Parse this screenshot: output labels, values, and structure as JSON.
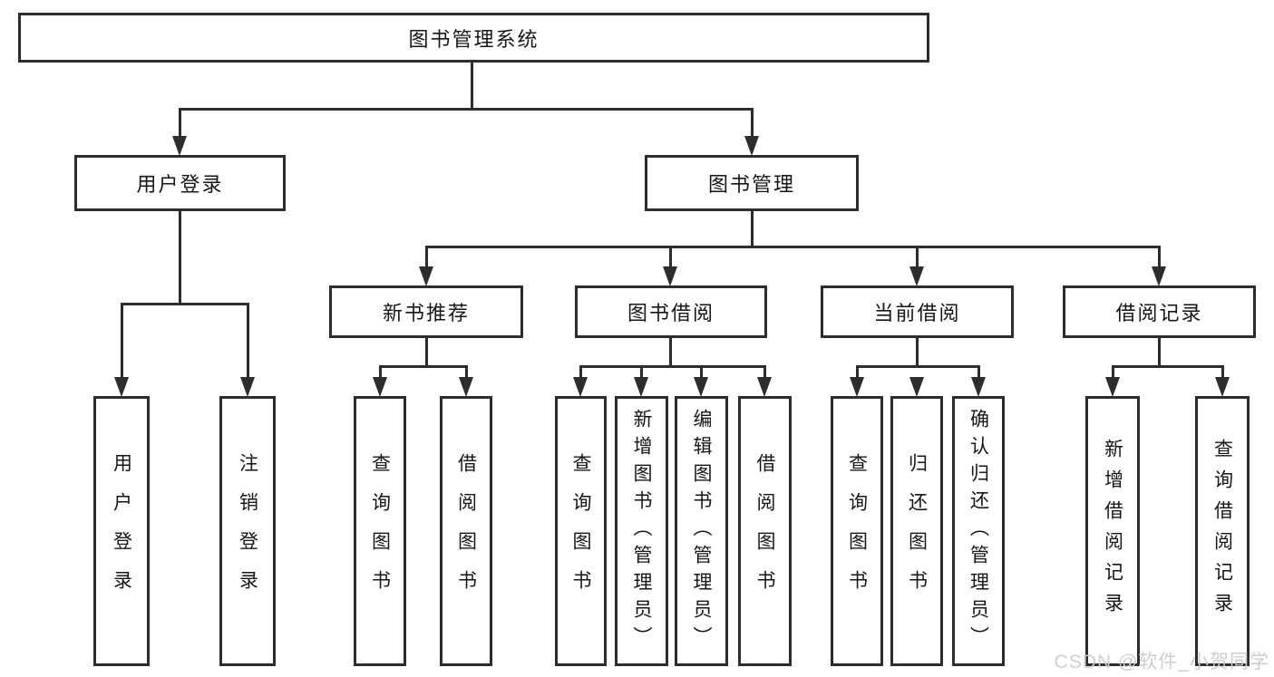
{
  "root": {
    "label": "图书管理系统"
  },
  "level2": [
    {
      "label": "用户登录",
      "parent": "图书管理系统"
    },
    {
      "label": "图书管理",
      "parent": "图书管理系统"
    }
  ],
  "level3": [
    {
      "label": "新书推荐",
      "parent": "图书管理"
    },
    {
      "label": "图书借阅",
      "parent": "图书管理"
    },
    {
      "label": "当前借阅",
      "parent": "图书管理"
    },
    {
      "label": "借阅记录",
      "parent": "图书管理"
    }
  ],
  "leaves": [
    {
      "label": "用户登录",
      "parent": "用户登录"
    },
    {
      "label": "注销登录",
      "parent": "用户登录"
    },
    {
      "label": "查询图书",
      "parent": "新书推荐"
    },
    {
      "label": "借阅图书",
      "parent": "新书推荐"
    },
    {
      "label": "查询图书",
      "parent": "图书借阅"
    },
    {
      "label": "新增图书（管理员）",
      "parent": "图书借阅"
    },
    {
      "label": "编辑图书（管理员）",
      "parent": "图书借阅"
    },
    {
      "label": "借阅图书",
      "parent": "图书借阅"
    },
    {
      "label": "查询图书",
      "parent": "当前借阅"
    },
    {
      "label": "归还图书",
      "parent": "当前借阅"
    },
    {
      "label": "确认归还（管理员）",
      "parent": "当前借阅"
    },
    {
      "label": "新增借阅记录",
      "parent": "借阅记录"
    },
    {
      "label": "查询借阅记录",
      "parent": "借阅记录"
    }
  ],
  "watermark": "CSDN @软件_小贺同学",
  "colors": {
    "line": "#2d2d2d",
    "text": "#161616",
    "background": "#ffffff",
    "watermark": "#cbcbcb"
  }
}
